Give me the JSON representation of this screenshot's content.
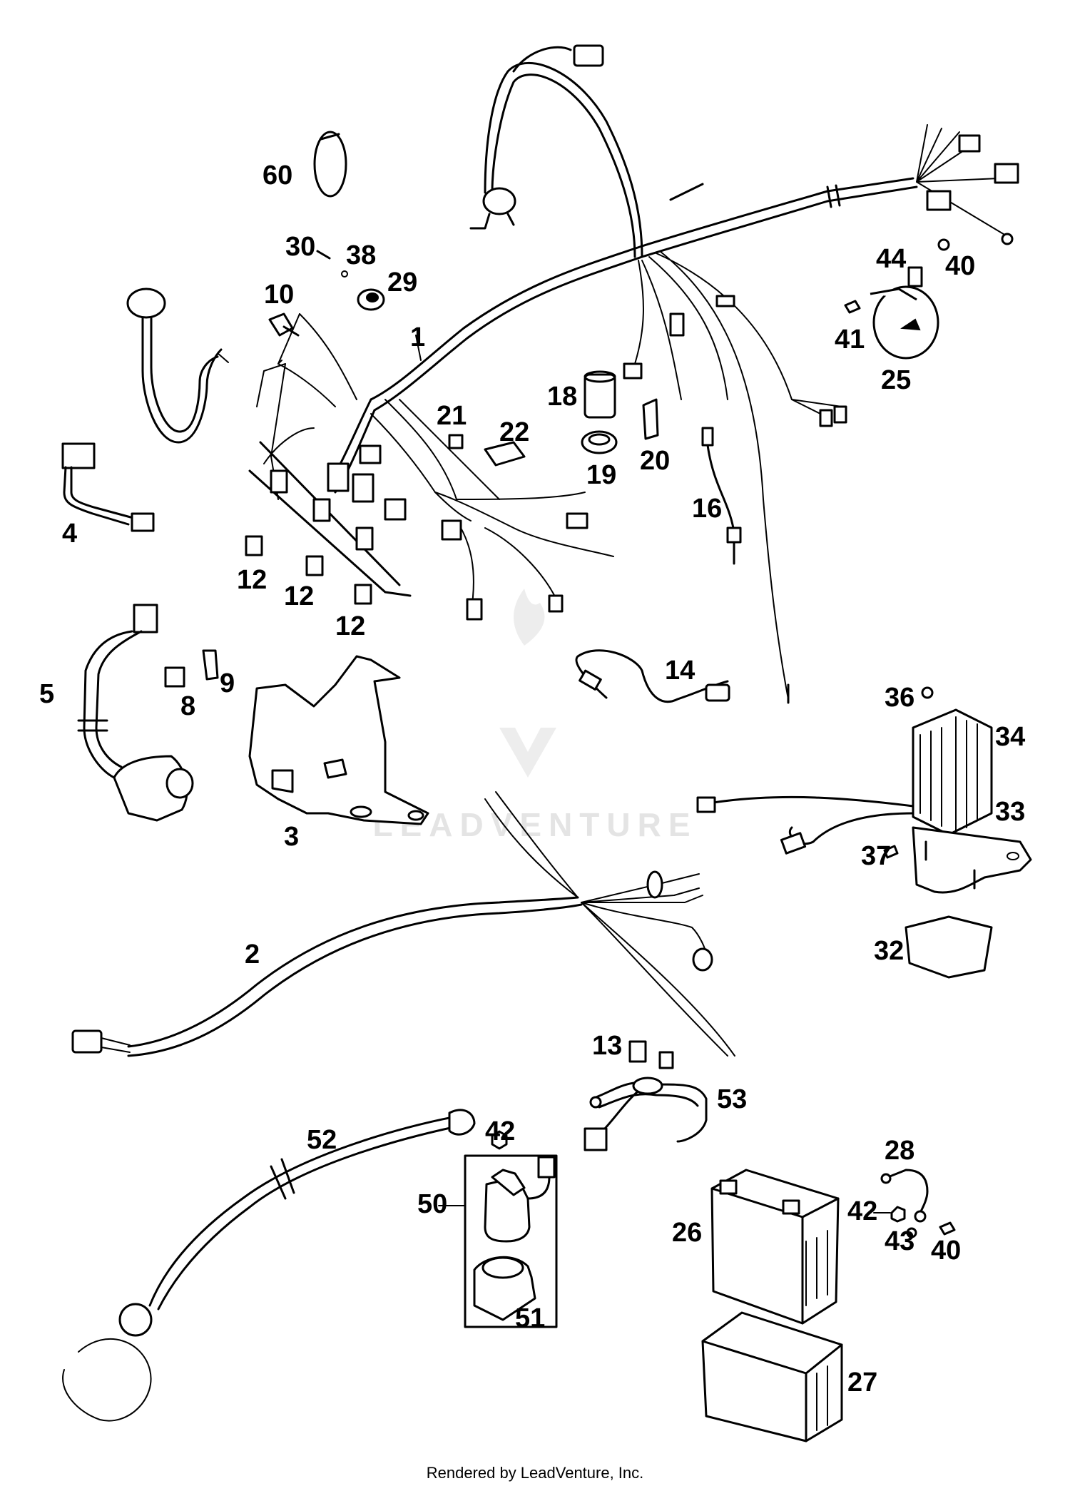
{
  "footer": "Rendered by LeadVenture, Inc.",
  "watermark": "LEADVENTURE",
  "callouts": {
    "c60": "60",
    "c30": "30",
    "c38": "38",
    "c29": "29",
    "c10": "10",
    "c1": "1",
    "c44": "44",
    "c40a": "40",
    "c41": "41",
    "c25": "25",
    "c18": "18",
    "c21": "21",
    "c22": "22",
    "c19": "19",
    "c20": "20",
    "c16": "16",
    "c4": "4",
    "c12a": "12",
    "c12b": "12",
    "c12c": "12",
    "c5": "5",
    "c8": "8",
    "c9": "9",
    "c14": "14",
    "c36": "36",
    "c34": "34",
    "c3": "3",
    "c33": "33",
    "c37": "37",
    "c32": "32",
    "c2": "2",
    "c13": "13",
    "c53": "53",
    "c52": "52",
    "c42a": "42",
    "c50": "50",
    "c28": "28",
    "c42b": "42",
    "c43": "43",
    "c26": "26",
    "c40b": "40",
    "c51": "51",
    "c27": "27"
  }
}
